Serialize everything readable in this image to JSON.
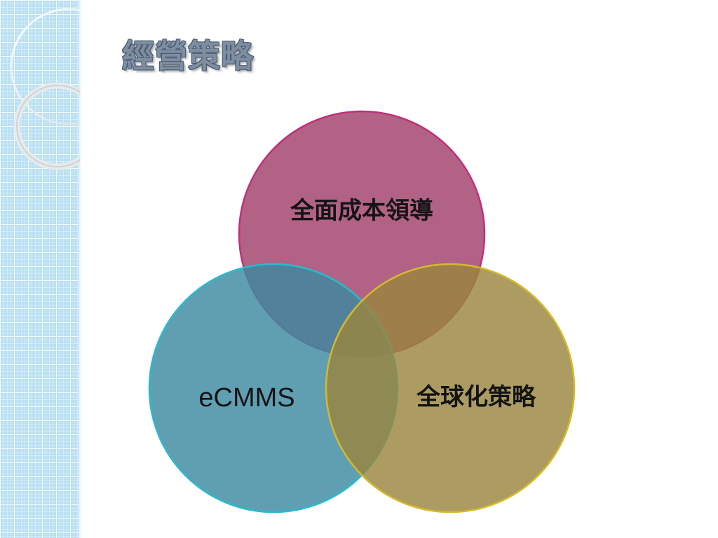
{
  "slide": {
    "title": "經營策略"
  },
  "diagram": {
    "type": "venn",
    "circles": [
      {
        "id": "top",
        "label": "全面成本領導",
        "fill": "#a0406a",
        "stroke": "#c0307a"
      },
      {
        "id": "left",
        "label": "eCMMS",
        "fill": "#3d8aa1",
        "stroke": "#26bccd"
      },
      {
        "id": "right",
        "label": "全球化策略",
        "fill": "#9a8640",
        "stroke": "#d6b92a"
      }
    ]
  }
}
